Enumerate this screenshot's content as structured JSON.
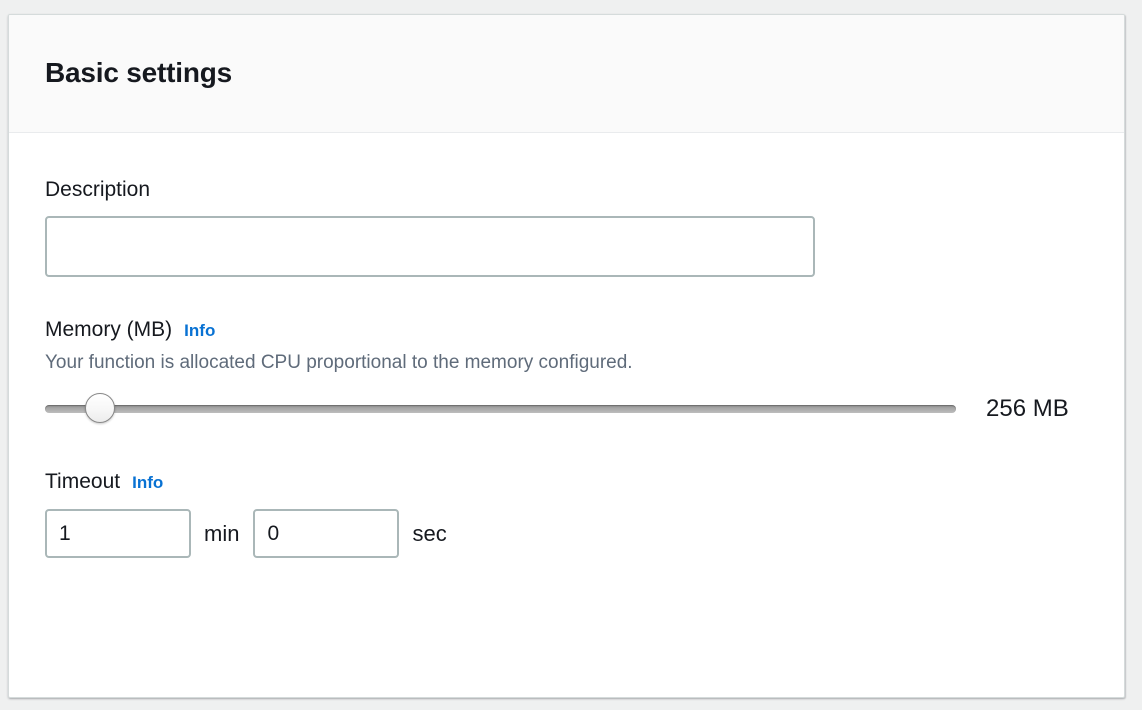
{
  "panel": {
    "title": "Basic settings"
  },
  "description_field": {
    "label": "Description",
    "value": "",
    "placeholder": ""
  },
  "memory_field": {
    "label": "Memory (MB)",
    "info_label": "Info",
    "description": "Your function is allocated CPU proportional to the memory configured.",
    "value_text": "256 MB",
    "slider": {
      "value": 256,
      "min": 128,
      "max": 10240,
      "fill_percent": 6
    }
  },
  "timeout_field": {
    "label": "Timeout",
    "info_label": "Info",
    "minutes_value": "1",
    "minutes_unit": "min",
    "seconds_value": "0",
    "seconds_unit": "sec"
  },
  "colors": {
    "page_background": "#eff0f0",
    "panel_background": "#ffffff",
    "header_background": "#fafafa",
    "text_primary": "#16191f",
    "text_secondary": "#5f6b7a",
    "link_blue": "#0972d3",
    "input_border": "#aab7b8",
    "divider": "#e9ebed"
  }
}
